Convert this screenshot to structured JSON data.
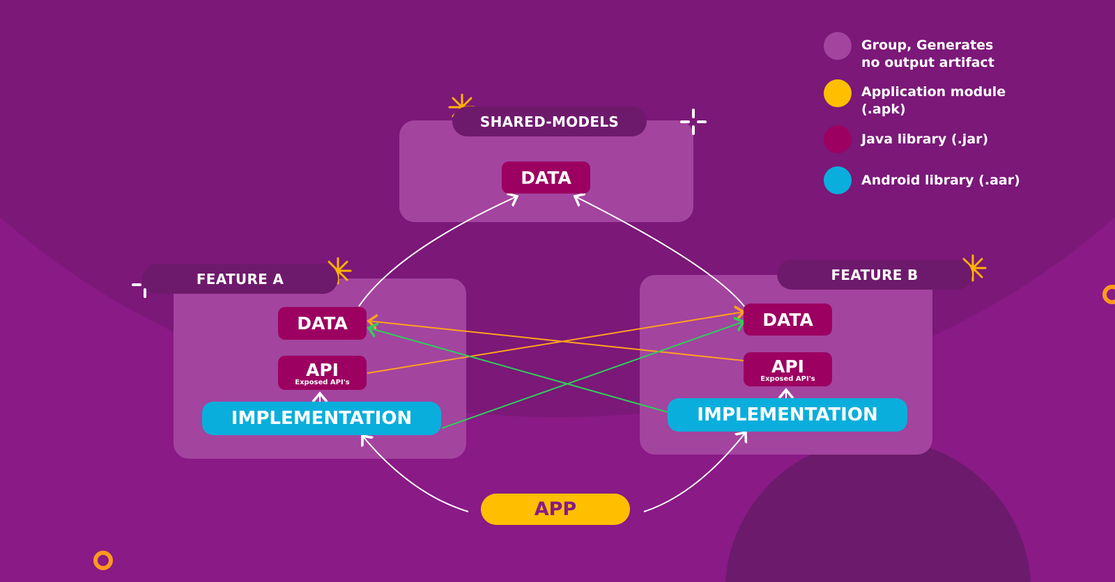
{
  "groups": {
    "shared": {
      "label": "SHARED-MODELS",
      "data": "DATA"
    },
    "feature_a": {
      "label": "FEATURE A",
      "data": "DATA",
      "api": "API",
      "api_sub": "Exposed API's",
      "impl": "IMPLEMENTATION"
    },
    "feature_b": {
      "label": "FEATURE B",
      "data": "DATA",
      "api": "API",
      "api_sub": "Exposed API's",
      "impl": "IMPLEMENTATION"
    }
  },
  "app": {
    "label": "APP"
  },
  "legend": [
    {
      "label": "Group, Generates no output artifact",
      "color": "#a3449f"
    },
    {
      "label": "Application module (.apk)",
      "color": "#ffbf00"
    },
    {
      "label": "Java library (.jar)",
      "color": "#9c0060"
    },
    {
      "label": "Android library (.aar)",
      "color": "#0aaedc"
    }
  ],
  "colors": {
    "background": "#891a86",
    "dark": "#7a1878",
    "arrow_orange": "#ffa21f",
    "arrow_green": "#2ed05a"
  }
}
